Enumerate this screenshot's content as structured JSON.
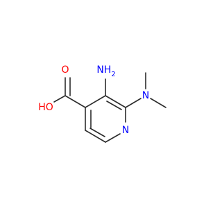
{
  "molecule": {
    "atoms": {
      "amino": "NH2",
      "amino_main": "NH",
      "amino_sub": "2",
      "hydroxyl": "HO",
      "carbonyl_oxygen": "O",
      "ring_nitrogen": "N",
      "dimethylamino_nitrogen": "N"
    },
    "colors": {
      "bond": "#2b2b2b",
      "oxygen": "#ff0000",
      "nitrogen": "#0000ff"
    }
  }
}
